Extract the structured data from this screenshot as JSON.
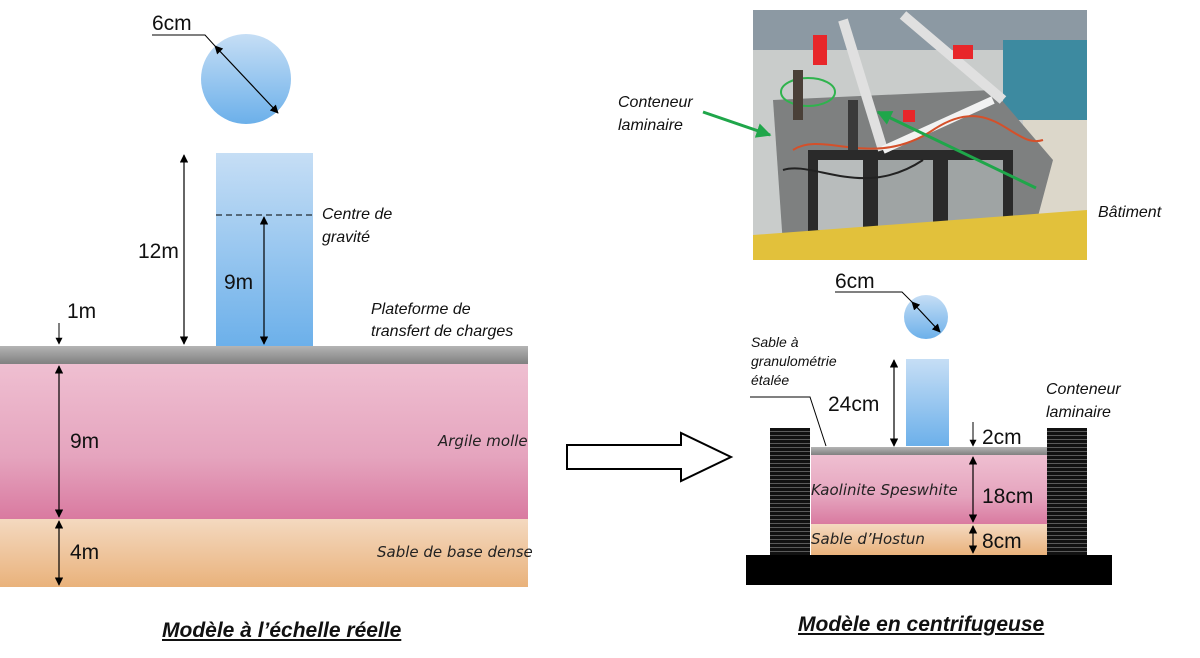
{
  "full_scale": {
    "sphere_diameter": "6cm",
    "building_height": "12m",
    "cog_height": "9m",
    "cog_label": [
      "Centre de",
      "gravité"
    ],
    "platform_thickness": "1m",
    "platform_label": [
      "Plateforme de",
      "transfert de charges"
    ],
    "clay_thickness": "9m",
    "clay_label": "Argile molle",
    "sand_thickness": "4m",
    "sand_label": "Sable de base dense",
    "title": "Modèle à l’échelle réelle"
  },
  "centrifuge": {
    "photo_labels": {
      "container": [
        "Conteneur",
        "laminaire"
      ],
      "building": "Bâtiment"
    },
    "sphere_diameter": "6cm",
    "building_height": "24cm",
    "platform_thickness": "2cm",
    "platform_label": [
      "Sable à",
      "granulométrie",
      "étalée"
    ],
    "container_label": [
      "Conteneur",
      "laminaire"
    ],
    "clay_label": "Kaolinite Speswhite",
    "clay_thickness": "18cm",
    "sand_label": "Sable d’Hostun",
    "sand_thickness": "8cm",
    "title": "Modèle en centrifugeuse"
  },
  "colors": {
    "building_top": "#c4dcf4",
    "building_bottom": "#6fb2ea",
    "platform": "#9a9a9a",
    "clay_top": "#efbdd0",
    "clay_bottom": "#da7ca2",
    "sand_top": "#f3d7bd",
    "sand_bottom": "#e9b47e",
    "annotation_arrow": "#1fa64a",
    "container": "#1a1a1a"
  }
}
